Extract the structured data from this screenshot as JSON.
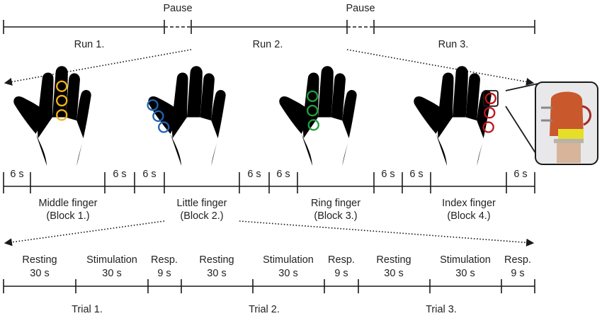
{
  "colors": {
    "middle": "#f2b31a",
    "little": "#1f64b4",
    "ring": "#1fa03c",
    "index": "#c0151b",
    "line": "#1a1a1a"
  },
  "runs": {
    "run1": "Run 1.",
    "run2": "Run 2.",
    "run3": "Run 3.",
    "pause1": "Pause",
    "pause2": "Pause"
  },
  "blocks": {
    "middle": {
      "name": "Middle finger",
      "block": "(Block 1.)"
    },
    "little": {
      "name": "Little finger",
      "block": "(Block 2.)"
    },
    "ring": {
      "name": "Ring finger",
      "block": "(Block 3.)"
    },
    "index": {
      "name": "Index finger",
      "block": "(Block 4.)"
    },
    "gaps": [
      "6 s",
      "6 s",
      "6 s",
      "6 s",
      "6 s",
      "6 s",
      "6 s",
      "6 s"
    ]
  },
  "trials": {
    "phases": [
      {
        "name": "Resting",
        "dur": "30 s"
      },
      {
        "name": "Stimulation",
        "dur": "30 s"
      },
      {
        "name": "Resp.",
        "dur": "9 s"
      },
      {
        "name": "Resting",
        "dur": "30 s"
      },
      {
        "name": "Stimulation",
        "dur": "30 s"
      },
      {
        "name": "Resp.",
        "dur": "9 s"
      },
      {
        "name": "Resting",
        "dur": "30 s"
      },
      {
        "name": "Stimulation",
        "dur": "30 s"
      },
      {
        "name": "Resp.",
        "dur": "9 s"
      }
    ],
    "labels": [
      "Trial 1.",
      "Trial 2.",
      "Trial 3."
    ]
  },
  "photo": {
    "icon": "stimulator-device-photo"
  }
}
